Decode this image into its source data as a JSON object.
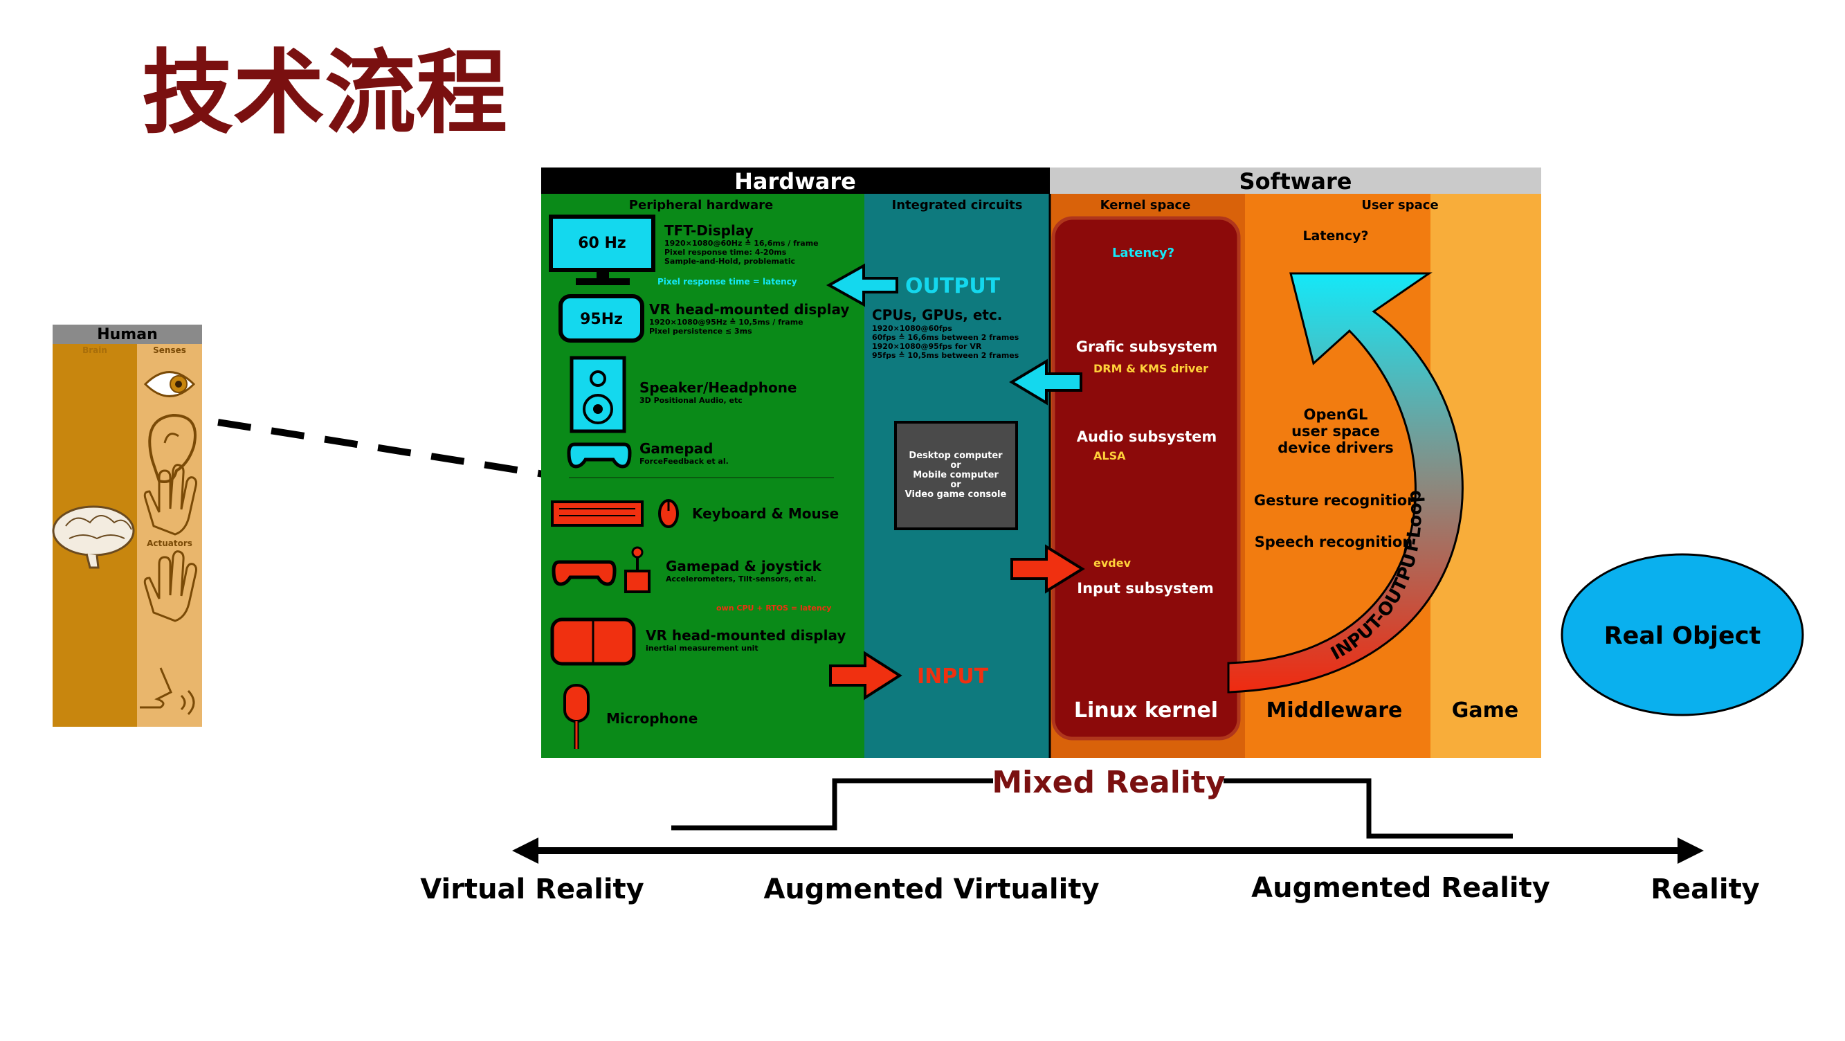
{
  "slide": {
    "title": "技术流程"
  },
  "colors": {
    "title": "#7a1010",
    "hardware_green": "#0a8a18",
    "ic_teal": "#0e7a7e",
    "kernel_bg": "#d9620a",
    "kernel_box": "#8c0a0a",
    "middleware": "#f27c10",
    "game": "#f8ad3a",
    "cyan": "#14d8ee",
    "red_arrow": "#f03010",
    "human_brain_col": "#c8860e",
    "human_senses_col": "#e9b66c",
    "real_object": "#0ab0ee"
  },
  "human": {
    "header": "Human",
    "col_brain": "Brain",
    "col_senses": "Senses",
    "actuators": "Actuators",
    "icons": [
      "brain-icon",
      "eye-icon",
      "ear-icon",
      "hand-icon",
      "hand-icon",
      "mouth-icon"
    ]
  },
  "hardware": {
    "header": "Hardware",
    "peripheral_header": "Peripheral hardware",
    "ic_header": "Integrated circuits",
    "tft_badge": "60 Hz",
    "tft_title": "TFT-Display",
    "tft_line1": "1920×1080@60Hz ≙ 16,6ms / frame",
    "tft_line2": "Pixel response time: 4-20ms",
    "tft_line3": "Sample-and-Hold, problematic",
    "pixel_note": "Pixel response time = latency",
    "vr_badge": "95Hz",
    "vr_title": "VR head-mounted display",
    "vr_line1": "1920×1080@95Hz ≙ 10,5ms / frame",
    "vr_line2": "Pixel persistence ≤ 3ms",
    "speaker_title": "Speaker/Headphone",
    "speaker_sub": "3D Positional Audio, etc",
    "gamepad_out_title": "Gamepad",
    "gamepad_out_sub": "ForceFeedback et al.",
    "keyboard_title": "Keyboard & Mouse",
    "joystick_title": "Gamepad & joystick",
    "joystick_sub": "Accelerometers, Tilt-sensors, et al.",
    "latency_note": "own CPU + RTOS = latency",
    "vr_in_title": "VR head-mounted display",
    "vr_in_sub": "inertial measurement unit",
    "mic_title": "Microphone",
    "output_label": "OUTPUT",
    "input_label": "INPUT",
    "cpu_title": "CPUs, GPUs, etc.",
    "cpu_line1": "1920×1080@60fps",
    "cpu_line2": "60fps ≙ 16,6ms between 2 frames",
    "cpu_line3": "1920×1080@95fps for VR",
    "cpu_line4": "95fps ≙ 10,5ms between 2 frames",
    "device_line1": "Desktop computer",
    "device_line2": "or",
    "device_line3": "Mobile computer",
    "device_line4": "or",
    "device_line5": "Video game console"
  },
  "software": {
    "header": "Software",
    "kernel_header": "Kernel space",
    "user_header": "User space",
    "latency_kernel": "Latency?",
    "grafic": "Grafic subsystem",
    "drm": "DRM & KMS driver",
    "audio": "Audio subsystem",
    "alsa": "ALSA",
    "evdev": "evdev",
    "input_sub": "Input subsystem",
    "linux_kernel": "Linux kernel",
    "latency_user": "Latency?",
    "opengl1": "OpenGL",
    "opengl2": "user space",
    "opengl3": "device drivers",
    "gesture": "Gesture recognition",
    "speech": "Speech recognition",
    "loop": "INPUT-OUTPUT-Loop",
    "middleware": "Middleware",
    "game": "Game"
  },
  "real_object": {
    "label": "Real Object"
  },
  "continuum": {
    "mixed_reality": "Mixed Reality",
    "labels": [
      "Virtual Reality",
      "Augmented Virtuality",
      "Augmented Reality",
      "Reality"
    ]
  }
}
